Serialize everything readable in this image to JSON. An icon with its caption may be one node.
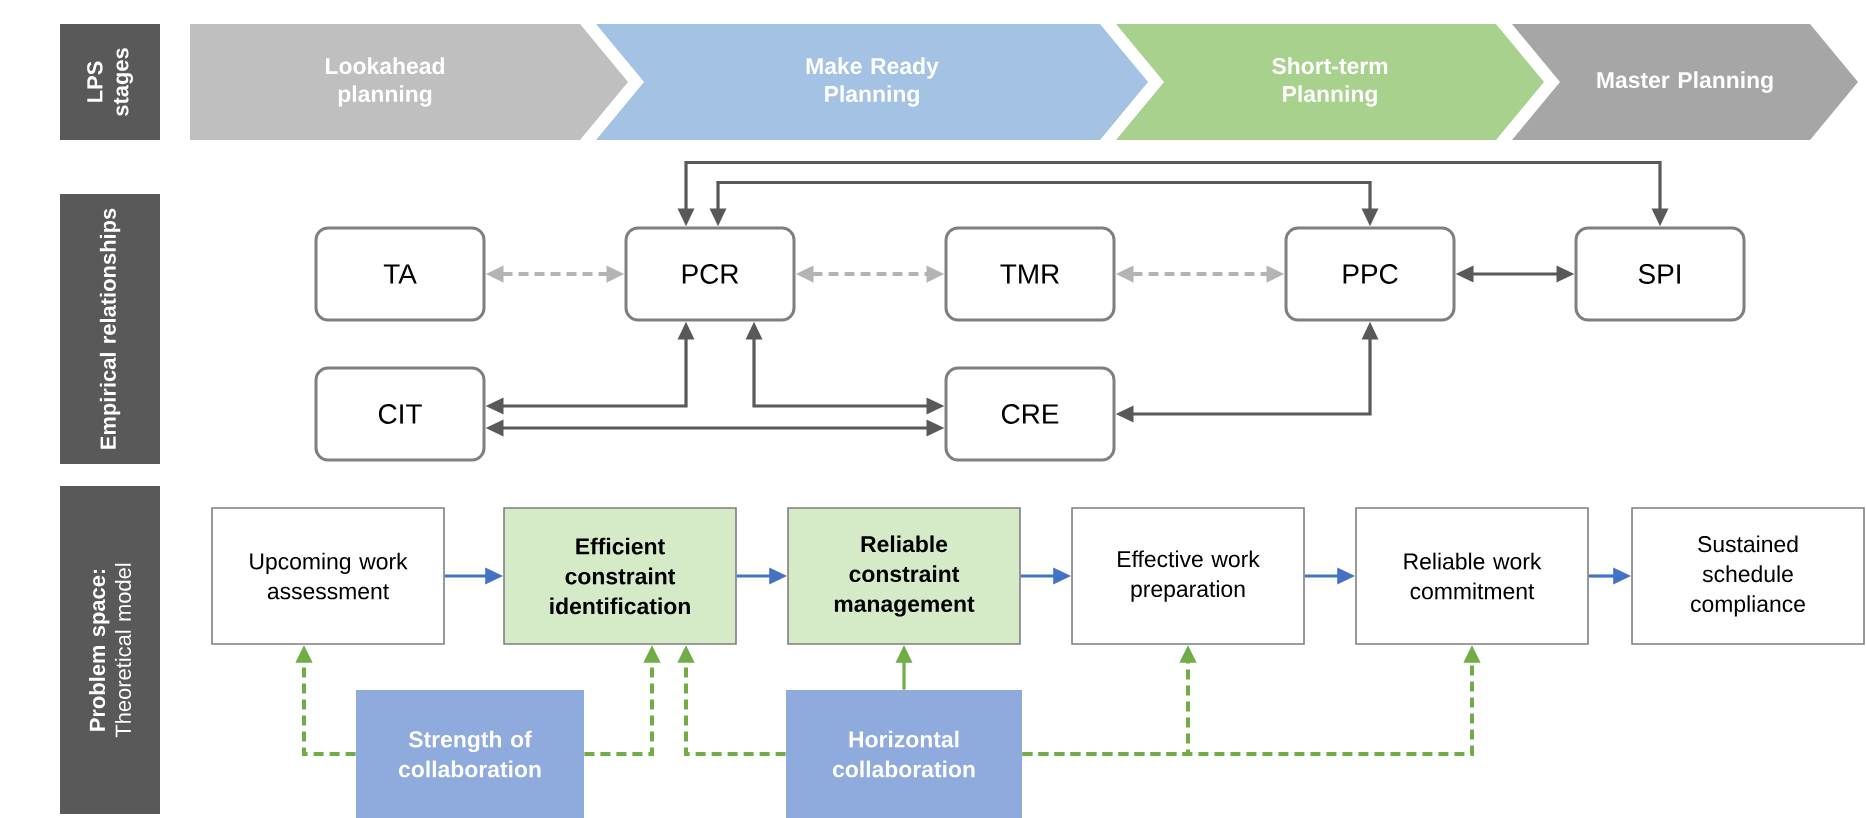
{
  "diagram": {
    "nodes": [
      {
        "text": [
          "LPS stages"
        ]
      },
      {
        "text": [
          "Empirical relationships"
        ]
      },
      {
        "text": [
          "Problem space:",
          "Theoretical model"
        ]
      },
      {
        "text": [
          "Lookahead planning"
        ]
      },
      {
        "text": [
          "Make Ready Planning"
        ]
      },
      {
        "text": [
          "Short-term Planning"
        ]
      },
      {
        "text": [
          "Master Planning"
        ]
      },
      {
        "text": [
          "TA"
        ]
      },
      {
        "text": [
          "PCR"
        ]
      },
      {
        "text": [
          "TMR"
        ]
      },
      {
        "text": [
          "PPC"
        ]
      },
      {
        "text": [
          "SPI"
        ]
      },
      {
        "text": [
          "CIT"
        ]
      },
      {
        "text": [
          "CRE"
        ]
      },
      {
        "text": [
          "Upcoming work assessment"
        ]
      },
      {
        "text": [
          "Efficient constraint identification"
        ]
      },
      {
        "text": [
          "Reliable constraint management"
        ]
      },
      {
        "text": [
          "Effective work preparation"
        ]
      },
      {
        "text": [
          "Reliable work commitment"
        ]
      },
      {
        "text": [
          "Sustained schedule compliance"
        ]
      },
      {
        "text": [
          "Strength of collaboration"
        ]
      },
      {
        "text": [
          "Horizontal collaboration"
        ]
      }
    ],
    "edges": [
      {
        "from": 7,
        "to": 8,
        "arrow": "both",
        "style": "dashed",
        "color": "#b4b4b4"
      },
      {
        "from": 8,
        "to": 9,
        "arrow": "both",
        "style": "dashed",
        "color": "#b4b4b4"
      },
      {
        "from": 9,
        "to": 10,
        "arrow": "both",
        "style": "dashed",
        "color": "#b4b4b4"
      },
      {
        "from": 10,
        "to": 11,
        "arrow": "both"
      },
      {
        "from": 8,
        "to": 11,
        "arrow": "both"
      },
      {
        "from": 8,
        "to": 10,
        "arrow": "both"
      },
      {
        "from": 12,
        "to": 8,
        "arrow": "both"
      },
      {
        "from": 12,
        "to": 13,
        "arrow": "both"
      },
      {
        "from": 8,
        "to": 13,
        "arrow": "both"
      },
      {
        "from": 13,
        "to": 10,
        "arrow": "both"
      },
      {
        "from": 14,
        "to": 15,
        "arrow": "to",
        "color": "#4472c4"
      },
      {
        "from": 15,
        "to": 16,
        "arrow": "to",
        "color": "#4472c4"
      },
      {
        "from": 16,
        "to": 17,
        "arrow": "to",
        "color": "#4472c4"
      },
      {
        "from": 17,
        "to": 18,
        "arrow": "to",
        "color": "#4472c4"
      },
      {
        "from": 18,
        "to": 19,
        "arrow": "to",
        "color": "#4472c4"
      },
      {
        "from": 20,
        "to": 14,
        "arrow": "to",
        "style": "dashed",
        "color": "#70ad47"
      },
      {
        "from": 20,
        "to": 15,
        "arrow": "to",
        "style": "dashed",
        "color": "#70ad47"
      },
      {
        "from": 21,
        "to": 15,
        "arrow": "to",
        "style": "dashed",
        "color": "#70ad47"
      },
      {
        "from": 21,
        "to": 16,
        "arrow": "to",
        "color": "#70ad47"
      },
      {
        "from": 21,
        "to": 17,
        "arrow": "to",
        "style": "dashed",
        "color": "#70ad47"
      },
      {
        "from": 21,
        "to": 18,
        "arrow": "to",
        "style": "dashed",
        "color": "#70ad47"
      }
    ]
  }
}
